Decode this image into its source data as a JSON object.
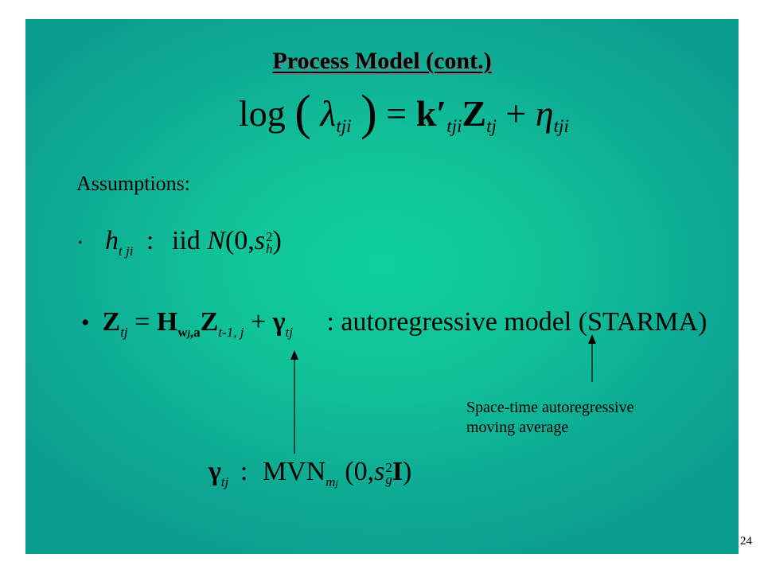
{
  "slide": {
    "title": "Process Model (cont.)",
    "page_number": "24",
    "assumptions_label": "Assumptions:",
    "bullet_char": "·",
    "bullet2_char": "•",
    "eq1": {
      "log": "log",
      "lambda": "λ",
      "lambda_sub": "tji",
      "eq": "=",
      "k": "k′",
      "k_sub": "tji",
      "Z": "Z",
      "Z_sub": "tj",
      "plus": "+",
      "eta": "η",
      "eta_sub": "tji"
    },
    "eq2": {
      "h": "h",
      "h_sub": "t ji",
      "colon": ":",
      "iid": "iid",
      "N": "N",
      "args_open": "(0,",
      "s": "s",
      "s_sup": "2",
      "s_sub": "h",
      "close": ")"
    },
    "eq3": {
      "Z": "Z",
      "Z_sub": "tj",
      "eq": "=",
      "H": "H",
      "H_sub": "w",
      "H_sub2": "j",
      "H_sub3": ",a",
      "Z2": "Z",
      "Z2_sub": "t-1, j",
      "plus": "+",
      "gamma": "γ",
      "gamma_sub": "tj",
      "desc": ": autoregressive model (STARMA)"
    },
    "note": {
      "line1": "Space-time autoregressive",
      "line2": "moving average"
    },
    "eq4": {
      "gamma": "γ",
      "gamma_sub": "tj",
      "colon": ":",
      "MVN": "MVN",
      "MVN_sub": "m",
      "MVN_sub2": "j",
      "args_open": "(0,",
      "s": "s",
      "s_sup": "2",
      "s_sub": "g",
      "I": "I",
      "close": ")"
    }
  }
}
